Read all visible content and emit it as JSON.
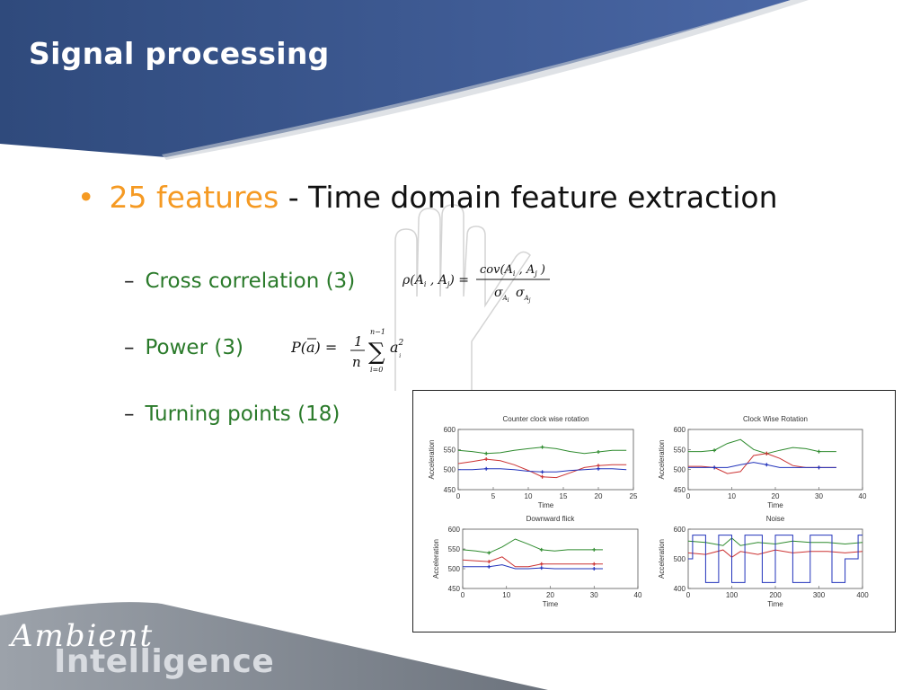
{
  "slide": {
    "title": "Signal processing",
    "bullet": {
      "highlight": "25 features",
      "rest": " - Time domain feature extraction"
    },
    "sub_items": [
      {
        "label": "Cross correlation (3)"
      },
      {
        "label": "Power (3)"
      },
      {
        "label": "Turning points (18)"
      }
    ]
  },
  "formulas": {
    "cross_correlation": {
      "lhs": "ρ(A",
      "numerator": "cov(A",
      "denominator": "σ"
    },
    "power": {
      "lhs": "P(a) =",
      "frac_num": "1",
      "frac_den": "n",
      "sum_top": "n−1",
      "sum_bottom": "i=0",
      "term": "a"
    }
  },
  "logo": {
    "line1": "Ambient",
    "line2": "Intelligence"
  },
  "colors": {
    "header_blue": "#3a5a92",
    "accent_orange": "#f59a23",
    "sub_green": "#2a7a2a",
    "series_green": "#2e8b2e",
    "series_red": "#cc3333",
    "series_blue": "#2233bb"
  },
  "chart_data": [
    {
      "type": "line",
      "title": "Counter clock wise rotation",
      "xlabel": "Time",
      "ylabel": "Acceleration",
      "xlim": [
        0,
        25
      ],
      "ylim": [
        450,
        600
      ],
      "xticks": [
        "0",
        "5",
        "10",
        "15",
        "20",
        "25"
      ],
      "yticks": [
        "450",
        "500",
        "550",
        "600"
      ],
      "series": [
        {
          "color": "#2e8b2e",
          "x": [
            0,
            2,
            4,
            6,
            8,
            10,
            12,
            14,
            16,
            18,
            20,
            22,
            24
          ],
          "values": [
            548,
            545,
            540,
            542,
            548,
            552,
            556,
            552,
            545,
            540,
            544,
            548,
            548
          ]
        },
        {
          "color": "#cc3333",
          "x": [
            0,
            2,
            4,
            6,
            8,
            10,
            12,
            14,
            16,
            18,
            20,
            22,
            24
          ],
          "values": [
            515,
            520,
            526,
            522,
            512,
            498,
            482,
            480,
            492,
            505,
            510,
            512,
            512
          ]
        },
        {
          "color": "#2233bb",
          "x": [
            0,
            2,
            4,
            6,
            8,
            10,
            12,
            14,
            16,
            18,
            20,
            22,
            24
          ],
          "values": [
            500,
            500,
            502,
            502,
            500,
            496,
            494,
            494,
            498,
            500,
            502,
            502,
            500
          ]
        }
      ]
    },
    {
      "type": "line",
      "title": "Clock Wise Rotation",
      "xlabel": "Time",
      "ylabel": "Acceleration",
      "xlim": [
        0,
        40
      ],
      "ylim": [
        450,
        600
      ],
      "xticks": [
        "0",
        "10",
        "20",
        "30",
        "40"
      ],
      "yticks": [
        "450",
        "500",
        "550",
        "600"
      ],
      "series": [
        {
          "color": "#2e8b2e",
          "x": [
            0,
            3,
            6,
            9,
            12,
            15,
            18,
            21,
            24,
            27,
            30,
            34
          ],
          "values": [
            545,
            545,
            548,
            565,
            575,
            550,
            540,
            548,
            555,
            552,
            545,
            545
          ]
        },
        {
          "color": "#cc3333",
          "x": [
            0,
            3,
            6,
            9,
            12,
            15,
            18,
            21,
            24,
            27,
            30,
            34
          ],
          "values": [
            508,
            508,
            505,
            490,
            495,
            535,
            540,
            528,
            510,
            505,
            505,
            505
          ]
        },
        {
          "color": "#2233bb",
          "x": [
            0,
            3,
            6,
            9,
            12,
            15,
            18,
            21,
            24,
            27,
            30,
            34
          ],
          "values": [
            505,
            505,
            505,
            505,
            512,
            518,
            512,
            505,
            505,
            505,
            505,
            505
          ]
        }
      ]
    },
    {
      "type": "line",
      "title": "Downward flick",
      "xlabel": "Time",
      "ylabel": "Acceleration",
      "xlim": [
        0,
        40
      ],
      "ylim": [
        450,
        600
      ],
      "xticks": [
        "0",
        "10",
        "20",
        "30",
        "40"
      ],
      "yticks": [
        "450",
        "500",
        "550",
        "600"
      ],
      "series": [
        {
          "color": "#2e8b2e",
          "x": [
            0,
            3,
            6,
            9,
            12,
            15,
            18,
            21,
            24,
            27,
            30,
            32
          ],
          "values": [
            548,
            545,
            540,
            555,
            575,
            562,
            548,
            545,
            548,
            548,
            548,
            548
          ]
        },
        {
          "color": "#cc3333",
          "x": [
            0,
            3,
            6,
            9,
            12,
            15,
            18,
            21,
            24,
            27,
            30,
            32
          ],
          "values": [
            522,
            520,
            518,
            530,
            505,
            505,
            512,
            512,
            512,
            512,
            512,
            512
          ]
        },
        {
          "color": "#2233bb",
          "x": [
            0,
            3,
            6,
            9,
            12,
            15,
            18,
            21,
            24,
            27,
            30,
            32
          ],
          "values": [
            505,
            505,
            505,
            510,
            500,
            500,
            502,
            500,
            500,
            500,
            500,
            500
          ]
        }
      ]
    },
    {
      "type": "line",
      "title": "Noise",
      "xlabel": "Time",
      "ylabel": "Acceleration",
      "xlim": [
        0,
        400
      ],
      "ylim": [
        400,
        600
      ],
      "xticks": [
        "0",
        "100",
        "200",
        "300",
        "400"
      ],
      "yticks": [
        "400",
        "500",
        "600"
      ],
      "series": [
        {
          "color": "#2e8b2e",
          "x": [
            0,
            40,
            80,
            100,
            120,
            160,
            200,
            240,
            280,
            320,
            360,
            400
          ],
          "values": [
            560,
            555,
            545,
            570,
            545,
            555,
            550,
            560,
            555,
            555,
            550,
            555
          ]
        },
        {
          "color": "#cc3333",
          "x": [
            0,
            40,
            80,
            100,
            120,
            160,
            200,
            240,
            280,
            320,
            360,
            400
          ],
          "values": [
            520,
            515,
            530,
            505,
            525,
            515,
            530,
            520,
            525,
            525,
            520,
            525
          ]
        },
        {
          "color": "#2233bb",
          "x": [
            0,
            10,
            10,
            40,
            40,
            70,
            70,
            100,
            100,
            130,
            130,
            170,
            170,
            200,
            200,
            240,
            240,
            280,
            280,
            330,
            330,
            360,
            360,
            390,
            390,
            400
          ],
          "values": [
            500,
            500,
            580,
            580,
            420,
            420,
            580,
            580,
            420,
            420,
            580,
            580,
            420,
            420,
            580,
            580,
            420,
            420,
            580,
            580,
            420,
            420,
            500,
            500,
            580,
            580
          ]
        }
      ]
    }
  ]
}
